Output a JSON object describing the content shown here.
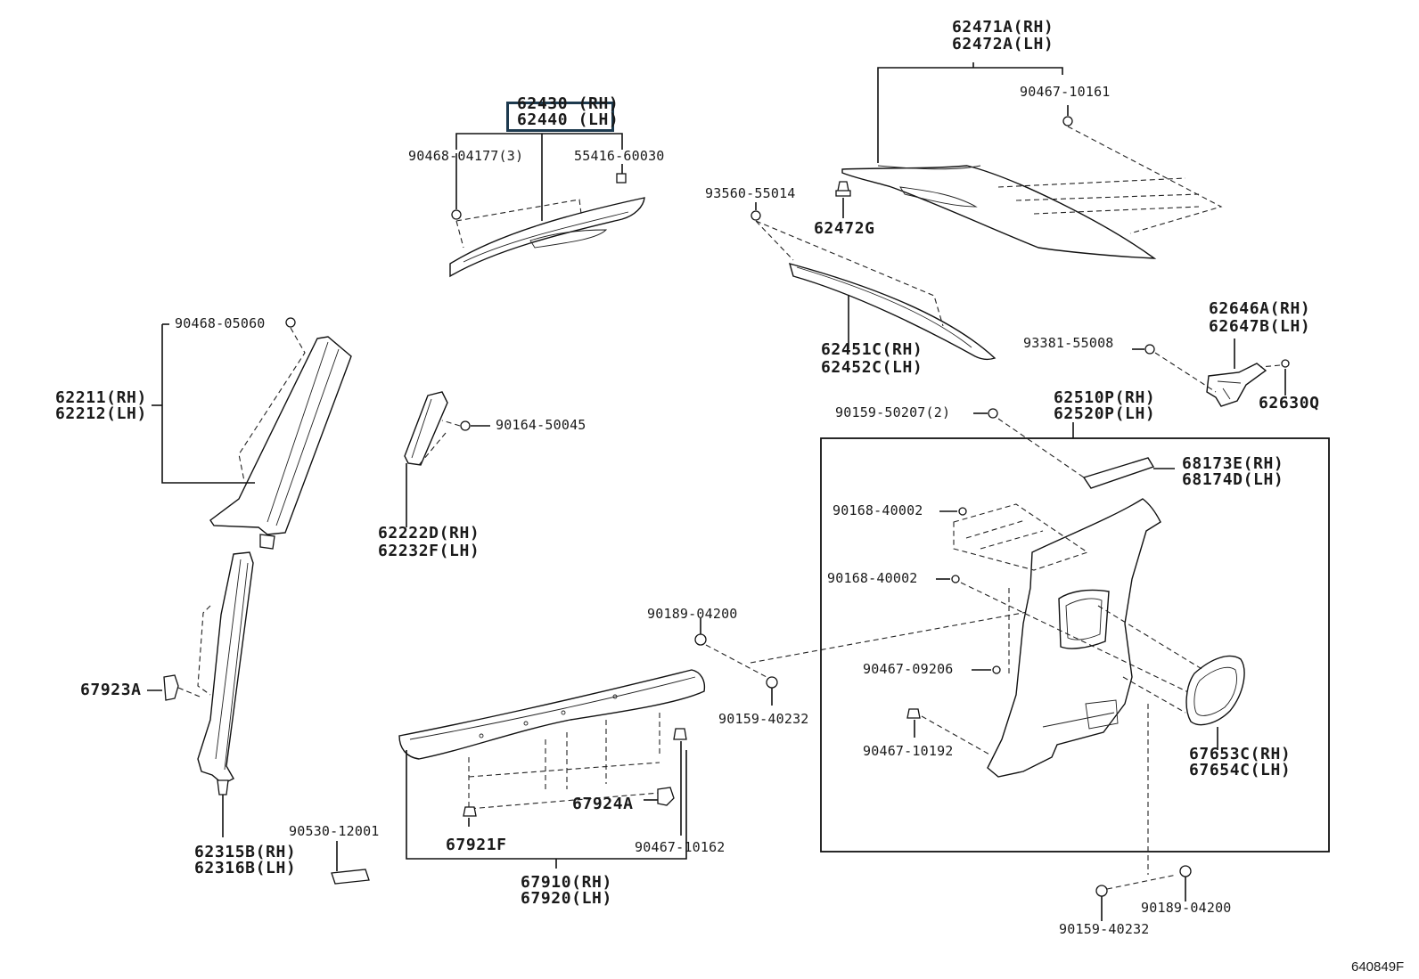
{
  "diagram_id": "640849F",
  "labels": {
    "p62430_rh": "62430 (RH)",
    "p62440_lh": "62440 (LH)",
    "p90468_04177": "90468-04177(3)",
    "p55416_60030": "55416-60030",
    "p62471a_rh": "62471A(RH)",
    "p62472a_lh": "62472A(LH)",
    "p90467_10161": "90467-10161",
    "p93560_55014": "93560-55014",
    "p62472g": "62472G",
    "p62451c_rh": "62451C(RH)",
    "p62452c_lh": "62452C(LH)",
    "p62646a_rh": "62646A(RH)",
    "p62647b_lh": "62647B(LH)",
    "p93381_55008": "93381-55008",
    "p62630q": "62630Q",
    "p90468_05060": "90468-05060",
    "p62211_rh": "62211(RH)",
    "p62212_lh": "62212(LH)",
    "p90164_50045": "90164-50045",
    "p62222d_rh": "62222D(RH)",
    "p62232f_lh": "62232F(LH)",
    "p90159_50207": "90159-50207(2)",
    "p62510p_rh": "62510P(RH)",
    "p62520p_lh": "62520P(LH)",
    "p68173e_rh": "68173E(RH)",
    "p68174d_lh": "68174D(LH)",
    "p90168_40002_a": "90168-40002",
    "p90168_40002_b": "90168-40002",
    "p90467_09206": "90467-09206",
    "p90467_10192": "90467-10192",
    "p67653c_rh": "67653C(RH)",
    "p67654c_lh": "67654C(LH)",
    "p90189_04200_a": "90189-04200",
    "p90159_40232_a": "90159-40232",
    "p67923a": "67923A",
    "p62315b_rh": "62315B(RH)",
    "p62316b_lh": "62316B(LH)",
    "p90530_12001": "90530-12001",
    "p67924a": "67924A",
    "p67921f": "67921F",
    "p90467_10162": "90467-10162",
    "p67910_rh": "67910(RH)",
    "p67920_lh": "67920(LH)",
    "p90189_04200_b": "90189-04200",
    "p90159_40232_b": "90159-40232"
  }
}
